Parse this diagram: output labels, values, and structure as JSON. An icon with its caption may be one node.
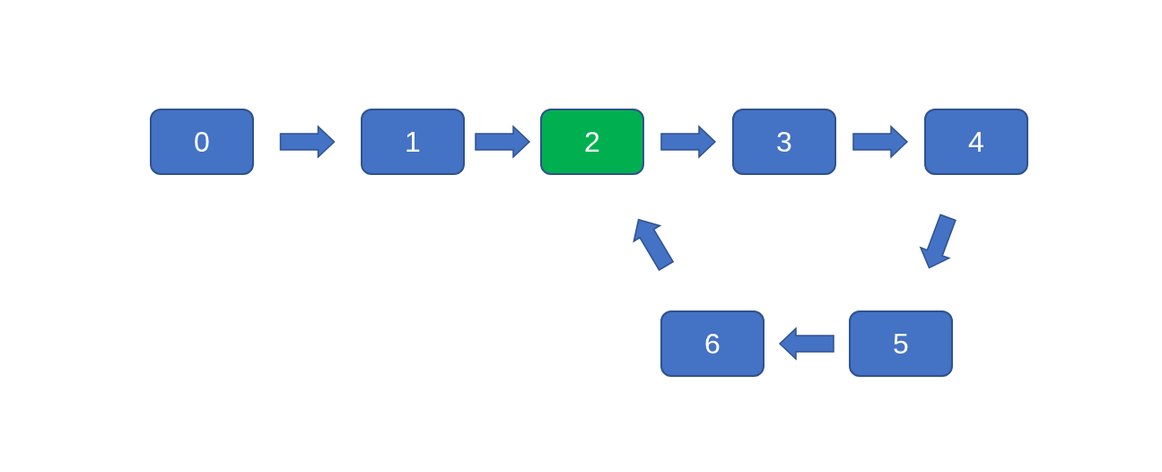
{
  "diagram": {
    "nodes": [
      {
        "text": [
          "0"
        ]
      },
      {
        "text": [
          "1"
        ]
      },
      {
        "text": [
          "2"
        ]
      },
      {
        "text": [
          "3"
        ]
      },
      {
        "text": [
          "4"
        ]
      },
      {
        "text": [
          "5"
        ]
      },
      {
        "text": [
          "6"
        ]
      }
    ],
    "edges": [
      {
        "from": 0,
        "to": 1,
        "arrow": "to"
      },
      {
        "from": 1,
        "to": 2,
        "arrow": "to"
      },
      {
        "from": 2,
        "to": 3,
        "arrow": "to"
      },
      {
        "from": 3,
        "to": 4,
        "arrow": "to"
      },
      {
        "from": 4,
        "to": 5,
        "arrow": "to"
      },
      {
        "from": 5,
        "to": 6,
        "arrow": "to"
      },
      {
        "from": 6,
        "to": 2,
        "arrow": "to"
      }
    ]
  }
}
